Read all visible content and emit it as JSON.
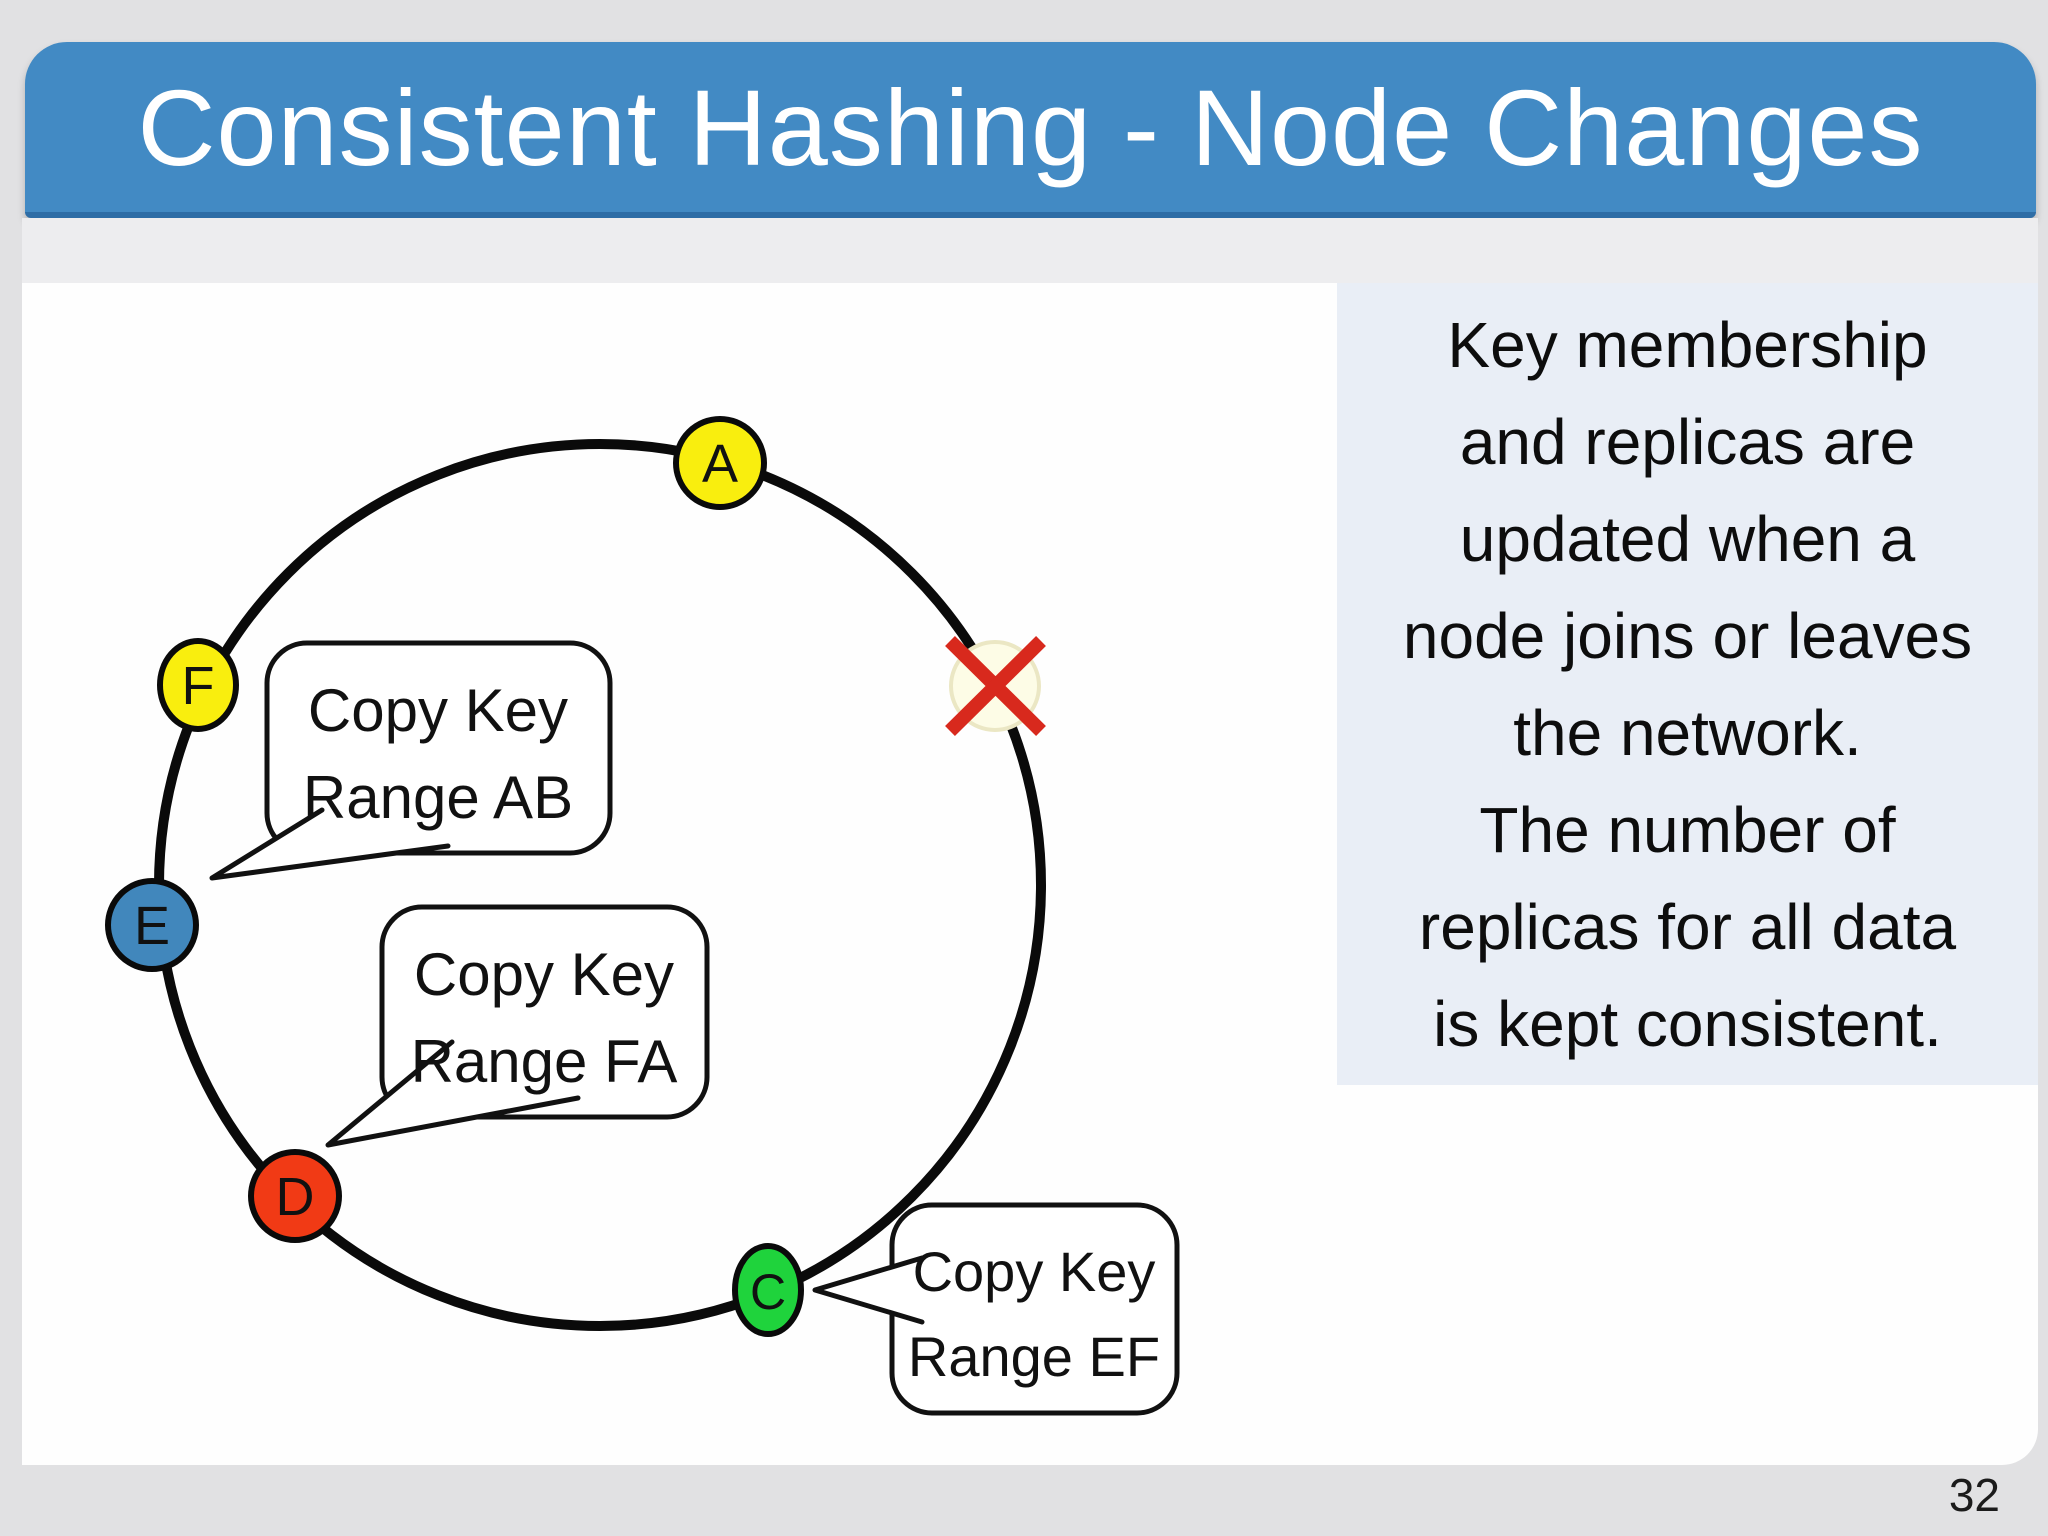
{
  "header": {
    "title": "Consistent Hashing - Node Changes"
  },
  "diagram": {
    "ring_color": "#0a0a0a",
    "nodes": [
      {
        "id": "A",
        "label": "A",
        "color": "#f9ee0e"
      },
      {
        "id": "F",
        "label": "F",
        "color": "#f9ee0e"
      },
      {
        "id": "E",
        "label": "E",
        "color": "#4187bc"
      },
      {
        "id": "D",
        "label": "D",
        "color": "#f13a15"
      },
      {
        "id": "C",
        "label": "C",
        "color": "#1fd33c"
      }
    ],
    "removed_node": {
      "id": "B",
      "ghost_fill": "#fdfce6",
      "ghost_stroke": "#ebe7c4",
      "x_color": "#d8291d"
    },
    "callouts": [
      {
        "lines": [
          "Copy Key",
          "Range AB"
        ]
      },
      {
        "lines": [
          "Copy Key",
          "Range FA"
        ]
      },
      {
        "lines": [
          "Copy Key",
          "Range EF"
        ]
      }
    ]
  },
  "infobox": {
    "lines": [
      "Key membership",
      "and replicas are",
      "updated when a",
      "node joins or leaves",
      "the network.",
      "The number of",
      "replicas for all data",
      "is kept consistent."
    ]
  },
  "footer": {
    "page_number": "32"
  }
}
